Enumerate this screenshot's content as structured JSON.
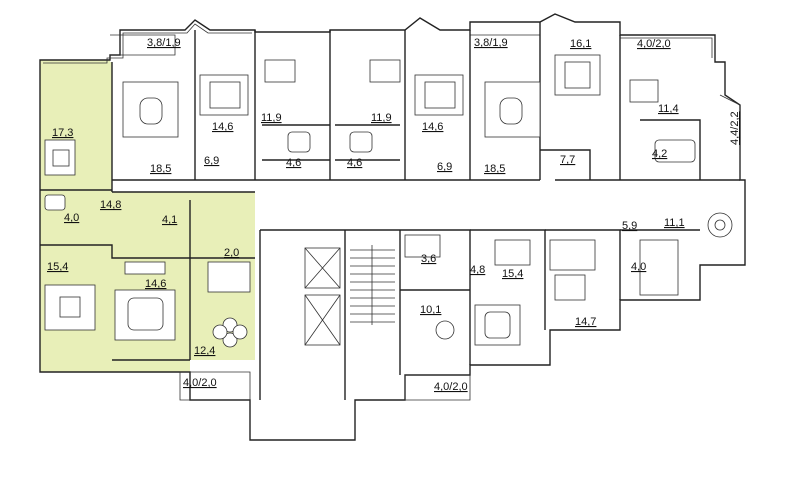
{
  "plan": {
    "highlight_color": "#e8efb8",
    "room_labels": [
      {
        "id": "bal-tl",
        "text": "3,8/1,9"
      },
      {
        "id": "bal-tc",
        "text": "3,8/1,9"
      },
      {
        "id": "r161",
        "text": "16,1"
      },
      {
        "id": "bal-tr",
        "text": "4,0/2,0"
      },
      {
        "id": "r173",
        "text": "17,3"
      },
      {
        "id": "r146a",
        "text": "14,6"
      },
      {
        "id": "r119a",
        "text": "11,9"
      },
      {
        "id": "r119b",
        "text": "11,9"
      },
      {
        "id": "r146b",
        "text": "14,6"
      },
      {
        "id": "r114",
        "text": "11,4"
      },
      {
        "id": "bal-rs",
        "text": "4,4/2,2"
      },
      {
        "id": "r69a",
        "text": "6,9"
      },
      {
        "id": "r185a",
        "text": "18,5"
      },
      {
        "id": "r46a",
        "text": "4,6"
      },
      {
        "id": "r46b",
        "text": "4,6"
      },
      {
        "id": "r69b",
        "text": "6,9"
      },
      {
        "id": "r185b",
        "text": "18,5"
      },
      {
        "id": "r77",
        "text": "7,7"
      },
      {
        "id": "r42",
        "text": "4,2"
      },
      {
        "id": "r148",
        "text": "14,8"
      },
      {
        "id": "r40a",
        "text": "4,0"
      },
      {
        "id": "r41",
        "text": "4,1"
      },
      {
        "id": "r59",
        "text": "5,9"
      },
      {
        "id": "r111",
        "text": "11,1"
      },
      {
        "id": "r20",
        "text": "2,0"
      },
      {
        "id": "r36",
        "text": "3,6"
      },
      {
        "id": "r154a",
        "text": "15,4"
      },
      {
        "id": "r146c",
        "text": "14,6"
      },
      {
        "id": "r48",
        "text": "4,8"
      },
      {
        "id": "r154b",
        "text": "15,4"
      },
      {
        "id": "r40b",
        "text": "4,0"
      },
      {
        "id": "r101",
        "text": "10,1"
      },
      {
        "id": "r147",
        "text": "14,7"
      },
      {
        "id": "r124",
        "text": "12,4"
      },
      {
        "id": "bal-bl",
        "text": "4,0/2,0"
      },
      {
        "id": "bal-bc",
        "text": "4,0/2,0"
      }
    ]
  }
}
